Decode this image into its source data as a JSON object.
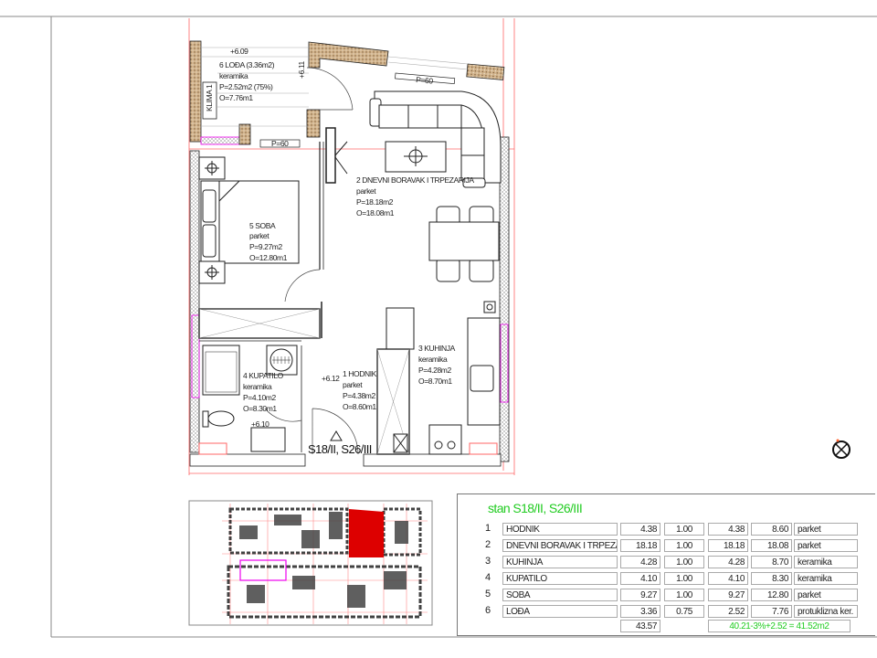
{
  "plan": {
    "loggia": {
      "level": "+6.09",
      "level2": "+6.11",
      "name": "6 LOĐA (3.36m2)",
      "floor": "keramika",
      "area": "P=2.52m2 (75%)",
      "perimeter": "O=7.76m1",
      "ac_label": "KLIMA 1"
    },
    "window_labels": [
      "P=60",
      "P=60"
    ],
    "living": {
      "name": "2 DNEVNI BORAVAK I TRPEZARIJA",
      "floor": "parket",
      "area": "P=18.18m2",
      "perimeter": "O=18.08m1"
    },
    "bedroom": {
      "name": "5 SOBA",
      "floor": "parket",
      "area": "P=9.27m2",
      "perimeter": "O=12.80m1"
    },
    "bathroom": {
      "name": "4 KUPATILO",
      "floor": "keramika",
      "area": "P=4.10m2",
      "perimeter": "O=8.30m1",
      "level": "+6.10"
    },
    "hall": {
      "name": "1 HODNIK",
      "floor": "parket",
      "area": "P=4.38m2",
      "perimeter": "O=8.60m1",
      "level": "+6.12"
    },
    "kitchen": {
      "name": "3 KUHINJA",
      "floor": "keramika",
      "area": "P=4.28m2",
      "perimeter": "O=8.70m1"
    },
    "unit_label": "S18/II, S26/III"
  },
  "table": {
    "title": "stan S18/II, S26/III",
    "rows": [
      {
        "n": "1",
        "name": "HODNIK",
        "area": "4.38",
        "coef": "1.00",
        "net": "4.38",
        "perim": "8.60",
        "floor": "parket"
      },
      {
        "n": "2",
        "name": "DNEVNI BORAVAK I TRPEZARIJA",
        "area": "18.18",
        "coef": "1.00",
        "net": "18.18",
        "perim": "18.08",
        "floor": "parket"
      },
      {
        "n": "3",
        "name": "KUHINJA",
        "area": "4.28",
        "coef": "1.00",
        "net": "4.28",
        "perim": "8.70",
        "floor": "keramika"
      },
      {
        "n": "4",
        "name": "KUPATILO",
        "area": "4.10",
        "coef": "1.00",
        "net": "4.10",
        "perim": "8.30",
        "floor": "keramika"
      },
      {
        "n": "5",
        "name": "SOBA",
        "area": "9.27",
        "coef": "1.00",
        "net": "9.27",
        "perim": "12.80",
        "floor": "parket"
      },
      {
        "n": "6",
        "name": "LOĐA",
        "area": "3.36",
        "coef": "0.75",
        "net": "2.52",
        "perim": "7.76",
        "floor": "protuklizna ker."
      }
    ],
    "total": "43.57",
    "formula": "40.21-3%+2.52 = 41.52m2"
  },
  "colors": {
    "grid": "#ff6666",
    "highlight": "#dd0000",
    "accent": "#22cc22",
    "wall": "#c8a27a",
    "magenta": "#ee00ee"
  }
}
